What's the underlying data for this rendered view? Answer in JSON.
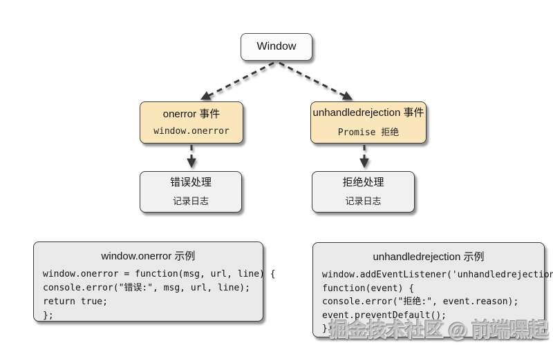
{
  "colors": {
    "background": "#ffffff",
    "event_fill": "#fbe6bb",
    "plain_fill": "#f1f1f1",
    "code_fill": "#e9e9e9",
    "window_fill": "#fbfbfb",
    "border": "#3a3a3a",
    "arrow": "#383838",
    "watermark": "#c2c2c2"
  },
  "diagram": {
    "window_node": {
      "label": "Window"
    },
    "event_nodes": [
      {
        "title": "onerror 事件",
        "subtitle": "window.onerror"
      },
      {
        "title": "unhandledrejection 事件",
        "subtitle": "Promise 拒绝"
      }
    ],
    "handler_nodes": [
      {
        "title": "错误处理",
        "subtitle": "记录日志"
      },
      {
        "title": "拒绝处理",
        "subtitle": "记录日志"
      }
    ],
    "example_nodes": [
      {
        "title": "window.onerror 示例",
        "code_lines": [
          "window.onerror = function(msg, url, line) {",
          "console.error(\"错误:\", msg, url, line);",
          "return true;",
          "};"
        ]
      },
      {
        "title": "unhandledrejection 示例",
        "code_lines": [
          "window.addEventListener('unhandledrejection',",
          "function(event) {",
          "console.error(\"拒绝:\", event.reason);",
          "event.preventDefault();",
          "});"
        ]
      }
    ]
  },
  "watermark": {
    "text": "掘金技术社区 @ 前端嘿起"
  }
}
